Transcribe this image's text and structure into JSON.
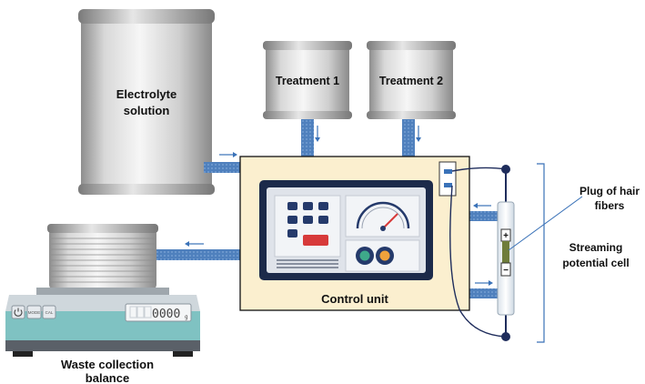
{
  "labels": {
    "electrolyte_line1": "Electrolyte",
    "electrolyte_line2": "solution",
    "treatment1": "Treatment 1",
    "treatment2": "Treatment 2",
    "control_unit": "Control unit",
    "plug_line1": "Plug of hair",
    "plug_line2": "fibers",
    "cell_line1": "Streaming",
    "cell_line2": "potential cell",
    "balance_line1": "Waste collection",
    "balance_line2": "balance"
  },
  "balance_panel": {
    "mode_btn": "MODE",
    "cal_btn": "CAL",
    "display": "0000",
    "unit": "g"
  },
  "electrodes": {
    "plus": "+",
    "minus": "−"
  },
  "colors": {
    "tube_fill": "#4a7bb7",
    "arrow": "#3a72b8",
    "control_bg": "#fbefcf",
    "panel_dark": "#1c2a4a",
    "balance_teal": "#7fc2c2",
    "wire": "#1f2d5c"
  }
}
